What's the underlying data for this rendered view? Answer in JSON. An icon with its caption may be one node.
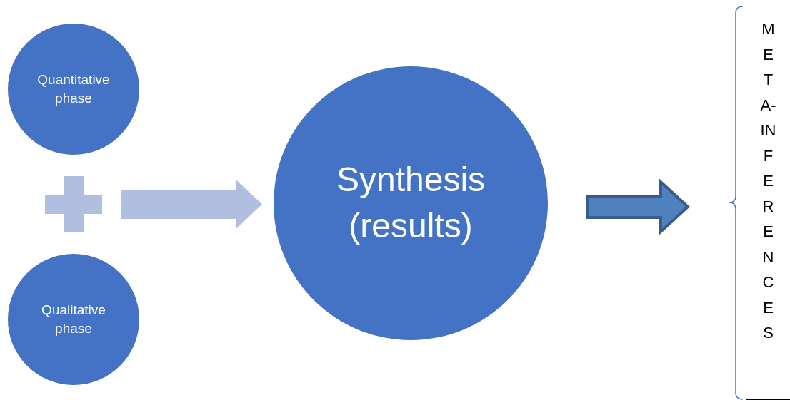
{
  "diagram": {
    "nodes": [
      {
        "text": [
          "Quantitative phase"
        ]
      },
      {
        "text": [
          "Qualitative phase"
        ]
      },
      {
        "text": [],
        "shape": "cross"
      },
      {
        "text": [
          "Synthesis (results)"
        ]
      },
      {
        "text": [
          "META-INFERENCES"
        ]
      }
    ],
    "edges": [
      {
        "from": 2,
        "to": 3,
        "arrow": "to",
        "style": "thick",
        "color": "#b0bee0"
      },
      {
        "from": 3,
        "to": 4,
        "arrow": "to",
        "style": "thick",
        "color": "#4f81bd"
      }
    ]
  }
}
